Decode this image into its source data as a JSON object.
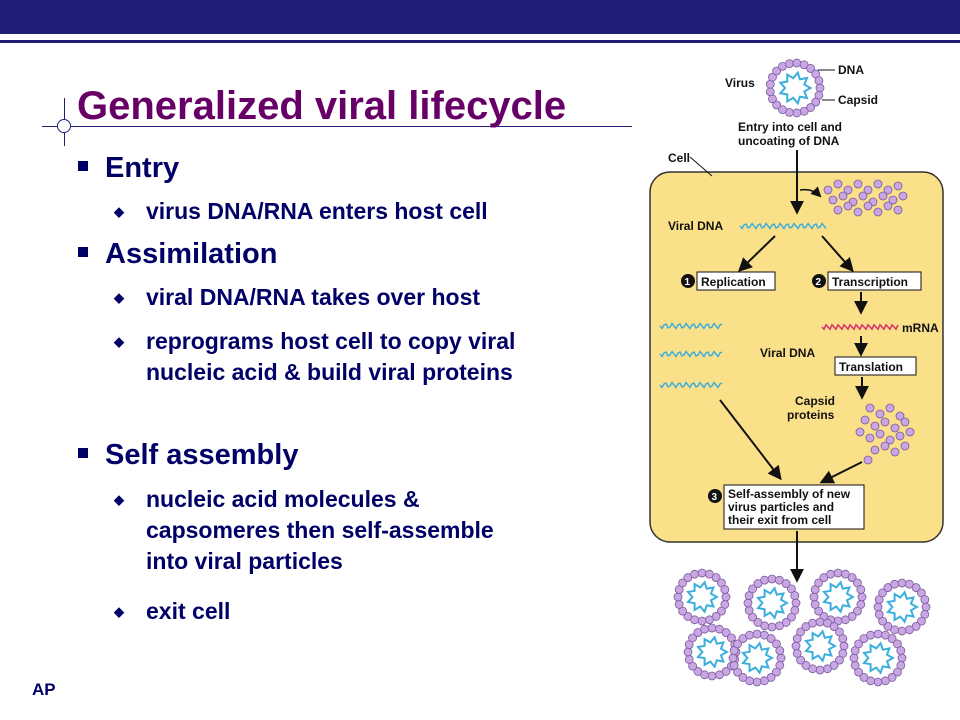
{
  "slide": {
    "title": "Generalized viral lifecycle",
    "footer": "AP",
    "bullets": [
      {
        "heading": "Entry",
        "items": [
          "virus DNA/RNA enters host cell"
        ]
      },
      {
        "heading": "Assimilation",
        "items": [
          "viral DNA/RNA takes over host",
          "reprograms host cell to copy viral nucleic acid & build viral proteins"
        ]
      },
      {
        "heading": "Self assembly",
        "items": [
          "nucleic acid molecules & capsomeres then self-assemble into viral particles",
          "exit cell"
        ]
      }
    ]
  },
  "diagram": {
    "labels": {
      "virus": "Virus",
      "dna": "DNA",
      "capsid": "Capsid",
      "entry_1": "Entry into cell and",
      "entry_2": "uncoating of DNA",
      "cell": "Cell",
      "viral_dna_top": "Viral DNA",
      "replication": "Replication",
      "transcription": "Transcription",
      "mrna": "mRNA",
      "viral_dna_mid": "Viral DNA",
      "translation": "Translation",
      "capsid_proteins_1": "Capsid",
      "capsid_proteins_2": "proteins",
      "assembly_1": "Self-assembly of new",
      "assembly_2": "virus particles and",
      "assembly_3": "their exit from cell",
      "step1": "1",
      "step2": "2",
      "step3": "3"
    },
    "colors": {
      "cell": "#fbe08a",
      "capsomere": "#c9a6e4",
      "dna": "#3aaedc",
      "mrna": "#d6306e"
    }
  }
}
